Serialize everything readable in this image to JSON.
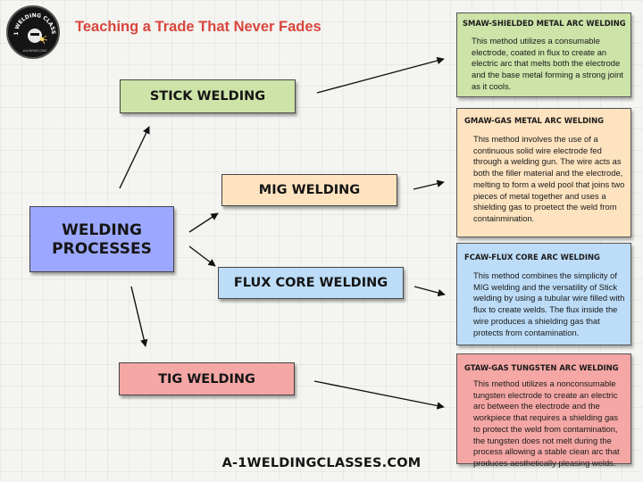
{
  "header": {
    "logo_text": "A-1 WELDING CLASSES",
    "logo_subtext": "#AONEWELDING",
    "tagline": "Teaching  a Trade That Never Fades"
  },
  "main_node": {
    "label": "WELDING PROCESSES"
  },
  "processes": [
    {
      "label": "STICK WELDING"
    },
    {
      "label": "MIG WELDING"
    },
    {
      "label": "FLUX CORE WELDING"
    },
    {
      "label": "TIG WELDING"
    }
  ],
  "details": [
    {
      "heading": "SMAW-SHIELDED METAL ARC WELDING",
      "body": "This method utilizes a consumable electrode, coated in flux to create an electric arc that melts both the electrode and the base metal forming a strong joint as it cools."
    },
    {
      "heading": "GMAW-GAS METAL ARC WELDING",
      "body": "This method involves the use of a continuous solid wire electrode fed through a welding gun. The wire acts as both the filler material and the electrode, melting to form a weld pool that joins two pieces of metal together and uses a shielding gas to proetect the weld from containmination."
    },
    {
      "heading": "FCAW-FLUX CORE ARC WELDING",
      "body": "This method combines the simplicity of MIG welding and the versatility of Stick welding by using a tubular wire filled with flux to create welds. The flux inside the wire produces a shielding gas that protects from contamination."
    },
    {
      "heading": "GTAW-GAS TUNGSTEN ARC WELDING",
      "body": "This method utilizes a nonconsumable tungsten electrode to create an electric arc between the electrode and the workpiece that requires a shielding gas to protect the weld from contamination, the tungsten does not melt during the process allowing a stable clean arc that produces aesthetically pleasing welds."
    }
  ],
  "footer": {
    "website": "A-1WELDINGCLASSES.COM"
  },
  "colors": {
    "tagline": "#d9453c",
    "main": "#9ca8ff",
    "stick": "#cde3a8",
    "mig": "#fde3bf",
    "flux": "#bcdcf7",
    "tig": "#f4a7a5",
    "logo_bg": "#151515"
  }
}
